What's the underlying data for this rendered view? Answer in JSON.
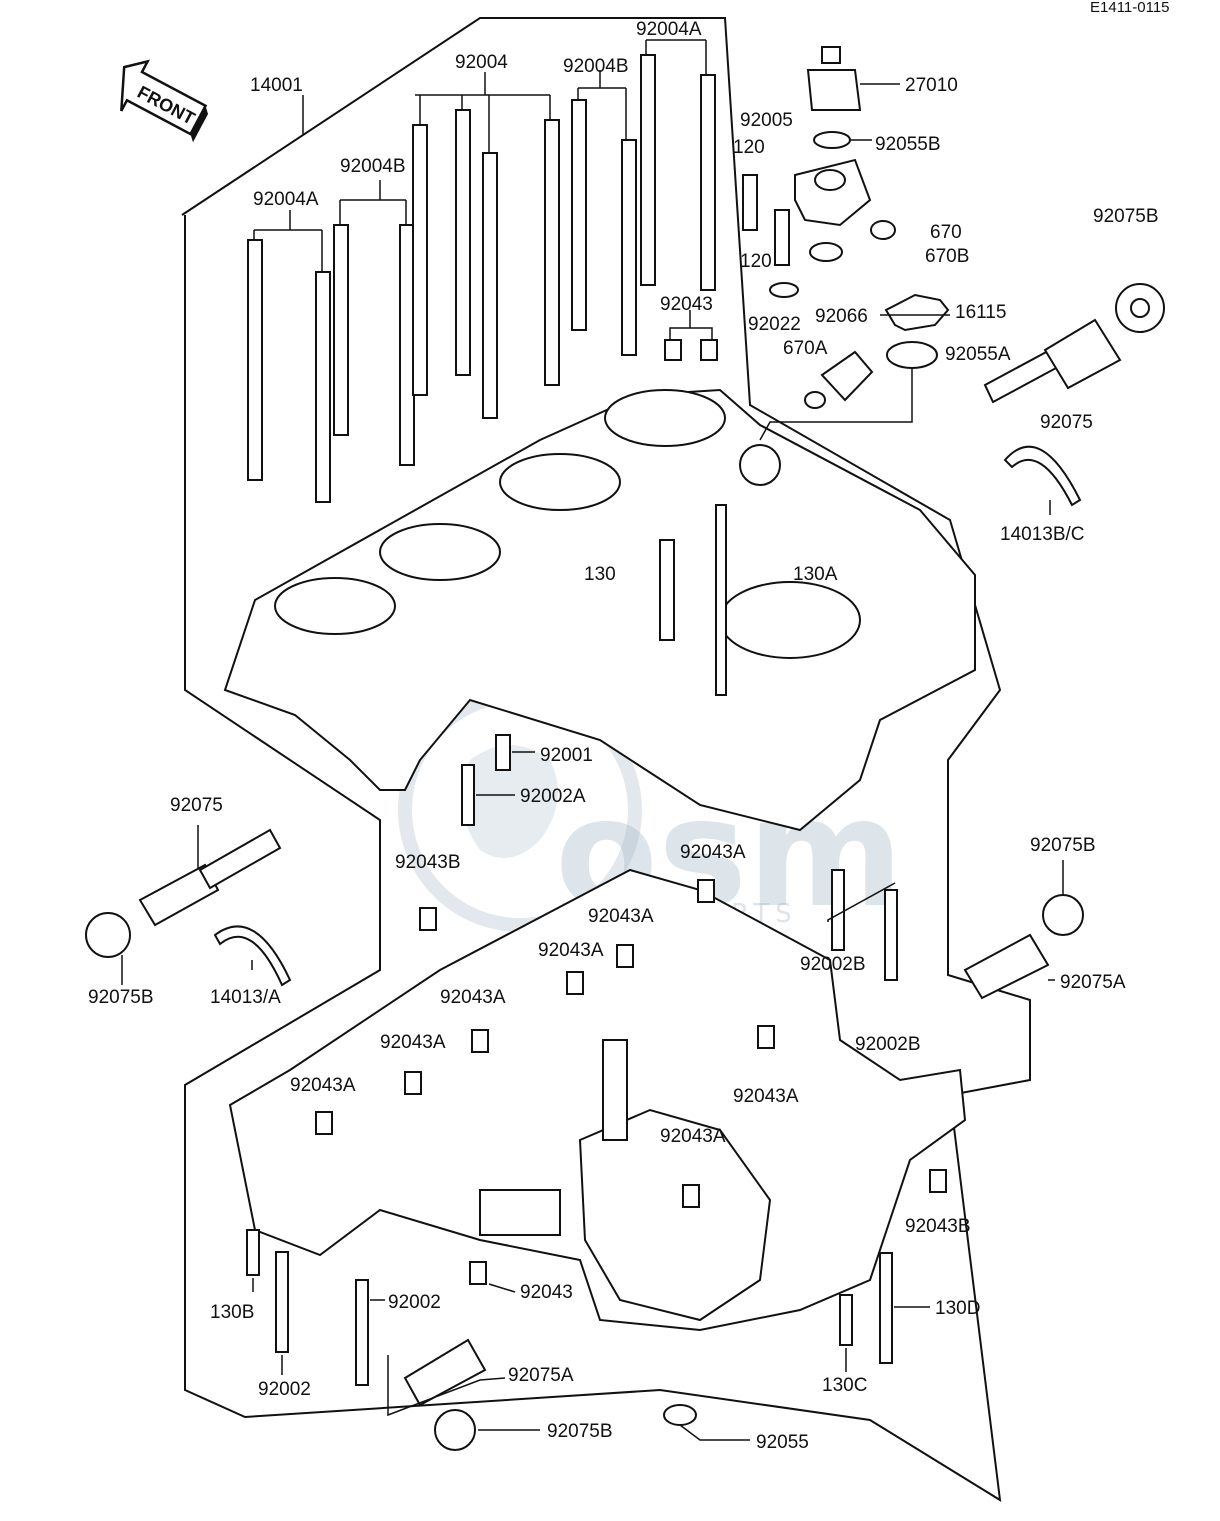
{
  "diagram_code": "E1411-0115",
  "front_arrow_label": "FRONT",
  "watermark": {
    "brand": "osm",
    "sub": "MOTORPARTS",
    "color": "#9fb3c4"
  },
  "labels": {
    "p14001": "14001",
    "p92004": "92004",
    "p92004A_top": "92004A",
    "p92004B_top": "92004B",
    "p92004B_left": "92004B",
    "p92004A_left": "92004A",
    "p27010": "27010",
    "p92005": "92005",
    "p92055B": "92055B",
    "p120_a": "120",
    "p120_b": "120",
    "p670": "670",
    "p670B": "670B",
    "p92075B_r": "92075B",
    "p92043_top": "92043",
    "p92022": "92022",
    "p92066": "92066",
    "p16115": "16115",
    "p670A": "670A",
    "p92055A": "92055A",
    "p92075_r": "92075",
    "p14013BC": "14013B/C",
    "p130": "130",
    "p130A": "130A",
    "p92001": "92001",
    "p92002A": "92002A",
    "p92075_l": "92075",
    "p92043B_l": "92043B",
    "p92043A_1": "92043A",
    "p92075B_r2": "92075B",
    "p92043A_2": "92043A",
    "p92043A_3": "92043A",
    "p92002B_1": "92002B",
    "p92075A_r": "92075A",
    "p14013A": "14013/A",
    "p92075B_l": "92075B",
    "p92043A_4": "92043A",
    "p92002B_2": "92002B",
    "p92043A_5": "92043A",
    "p92043A_6": "92043A",
    "p92043A_7": "92043A",
    "p92043A_8": "92043A",
    "p92043B_r": "92043B",
    "p130B": "130B",
    "p92002_a": "92002",
    "p92043_bot": "92043",
    "p130D": "130D",
    "p92002_b": "92002",
    "p92075A_b": "92075A",
    "p130C": "130C",
    "p92075B_b": "92075B",
    "p92055": "92055"
  }
}
